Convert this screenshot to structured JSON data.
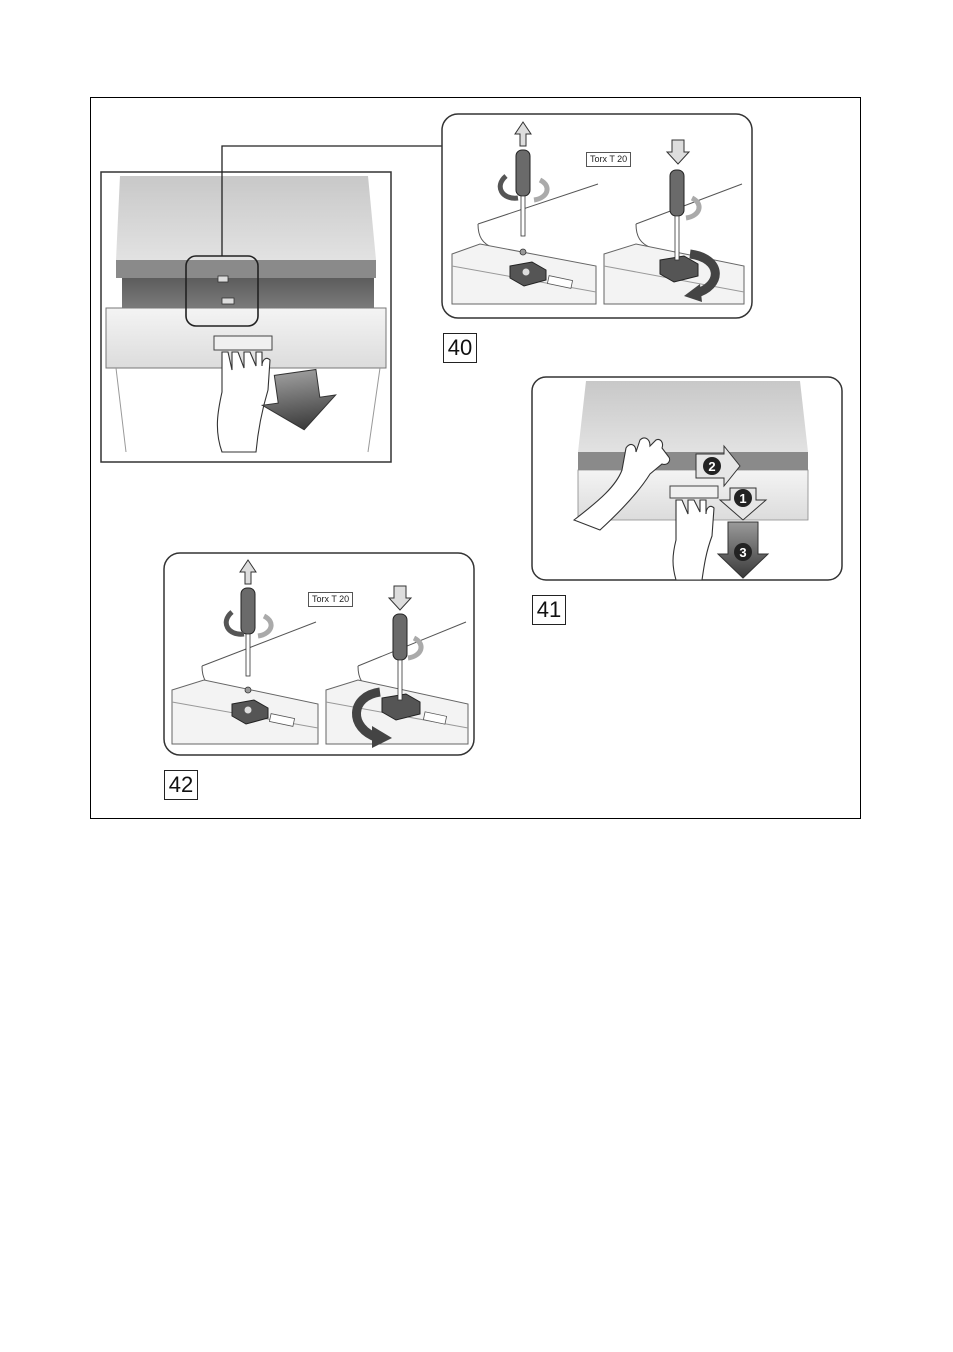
{
  "figures": {
    "fig40": {
      "label": "40",
      "tool": "Torx T 20"
    },
    "fig41": {
      "label": "41",
      "steps": [
        "1",
        "2",
        "3"
      ]
    },
    "fig42": {
      "label": "42",
      "tool": "Torx T 20"
    }
  },
  "colors": {
    "frame": "#000000",
    "panel_border": "#333333",
    "appliance_top": "#d6d6d6",
    "appliance_dark": "#6e6e6e",
    "door_panel": "#ececec",
    "arrow_dark": "#3a3a3a",
    "arrow_light": "#e6e6e6"
  },
  "icons": [
    "screwdriver-icon",
    "rotate-arrow-icon",
    "pull-down-arrow-icon",
    "hand-icon",
    "bracket-icon"
  ]
}
